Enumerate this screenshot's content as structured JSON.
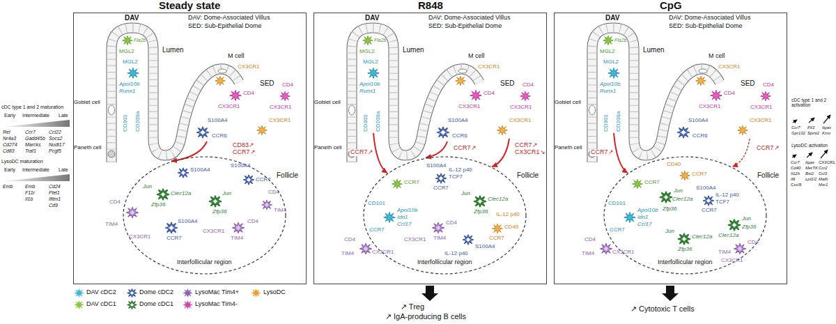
{
  "diagram": {
    "nodes": [
      {
        "text": [
          "Steady state"
        ]
      },
      {
        "text": [
          "MGL2",
          "Apol10b",
          "Runx1",
          "CD301",
          "CD209a"
        ],
        "in": 0
      },
      {
        "text": [
          "S100A4",
          "CCR6"
        ],
        "in": 0
      },
      {
        "text": [
          "CX3CR1"
        ],
        "in": 0
      },
      {
        "text": [
          "Interfollicular region"
        ],
        "in": 0
      },
      {
        "text": [
          "R848"
        ]
      },
      {
        "text": [
          "MGL2",
          "Apol10b",
          "Runx1",
          "CD301",
          "CD209a"
        ],
        "in": 5
      },
      {
        "text": [
          "S100A4",
          "CCR6"
        ],
        "in": 5
      },
      {
        "text": [
          "CX3CR1"
        ],
        "in": 5
      },
      {
        "text": [
          "Interfollicular region"
        ],
        "in": 5
      },
      {
        "text": [
          "CpG"
        ]
      },
      {
        "text": [
          "MGL2",
          "Apol10b",
          "Runx1",
          "CD301",
          "CD209a"
        ],
        "in": 10
      },
      {
        "text": [
          "S100A4",
          "CCR6"
        ],
        "in": 10
      },
      {
        "text": [
          "CX3CR1"
        ],
        "in": 10
      },
      {
        "text": [
          "Interfollicular region"
        ],
        "in": 10
      }
    ],
    "edges": [
      {
        "from": 2,
        "to": 4,
        "arrow": "to",
        "label": "CD83↗ CCR7↗"
      },
      {
        "from": 6,
        "to": 9,
        "arrow": "to",
        "label": "CCR7↗"
      },
      {
        "from": 7,
        "to": 9,
        "arrow": "to",
        "label": "CCR7↗"
      },
      {
        "from": 8,
        "to": 9,
        "arrow": "to",
        "label": "CCR7↗ CX3CR1↘"
      },
      {
        "from": 11,
        "to": 14,
        "arrow": "to",
        "label": "CCR7↗"
      },
      {
        "from": 13,
        "to": 14,
        "arrow": "to",
        "label": "CCR7↗"
      }
    ],
    "labels": [
      "DAV",
      "DAV: Dome-Associated Villus",
      "SED: Sub-Epithelial Dome",
      "Lumen",
      "Goblet cell",
      "Paneth cell",
      "M cell",
      "SED",
      "Follicle",
      "Fla2b",
      "MGL2",
      "CX3CR1",
      "CD4",
      "CX3CR1",
      "CD4",
      "CX3CR1",
      "CD4",
      "TIM4",
      "CX3CR1",
      "S100A4",
      "Jun",
      "Clec12a",
      "Zfp36",
      "S100A4",
      "CCR7",
      "Jun",
      "Zfp36",
      "S100A4",
      "CCR7",
      "CD4",
      "TIM4",
      "CX3CR1",
      "CD4",
      "TIM4",
      "DAV",
      "DAV: Dome-Associated Villus",
      "SED: Sub-Epithelial Dome",
      "Lumen",
      "Goblet cell",
      "Paneth cell",
      "M cell",
      "SED",
      "Follicle",
      "Fla2b",
      "MGL2",
      "CX3CR1",
      "CD4",
      "CX3CR1",
      "CD4",
      "CX3CR1",
      "CCR7",
      "CD101",
      "Apol10b",
      "Ido1",
      "Ccl17",
      "CCR7",
      "S100A4",
      "IL-12 p40",
      "TCF7",
      "CCR7",
      "Jun",
      "Clec12a",
      "Zfp36",
      "IL-12 p40",
      "CD40",
      "CCR7",
      "CD4",
      "TIM4",
      "CX3CR1",
      "S100A4",
      "IL-12 p40",
      "CD4",
      "TIM4",
      "CX3CR1",
      "DAV",
      "DAV: Dome-Associated Villus",
      "SED: Sub-Epithelial Dome",
      "Lumen",
      "Goblet cell",
      "Paneth cell",
      "M cell",
      "SED",
      "Follicle",
      "Fla2b",
      "MGL2",
      "CX3CR1",
      "CD4",
      "CX3CR1",
      "CD4",
      "CX3CR1",
      "CCR7",
      "CD101",
      "Apol10b",
      "Ido1",
      "Ccl17",
      "CCR7",
      "CD40",
      "CCR7",
      "S100A4",
      "IL-12 p40",
      "TCF7",
      "CCR7",
      "Jun",
      "Clec12a",
      "Zfp36",
      "Jun",
      "Clec12a",
      "Zfp36",
      "Jun",
      "Clec12a",
      "Zfp36",
      "CD4",
      "TIM4",
      "CX3CR1",
      "CD4",
      "TIM4",
      "CX3CR1",
      "cDC type 1 and 2 maturation",
      "Early",
      "Intermediate",
      "Late",
      "Rel",
      "Nr4a3",
      "Cd274",
      "Cd83",
      "Ccr7",
      "Gadd45b",
      "Marcks",
      "Traf1",
      "Ccl22",
      "Socs2",
      "Nudt17",
      "Pcgf5",
      "LysoDC maturation",
      "Early",
      "Intermediate",
      "Late",
      "Emb",
      "Emb",
      "F11r",
      "Il1b",
      "Cd24",
      "Plet1",
      "Ifitm1",
      "Cd9",
      "cDC type 1 and 2 activation",
      "Ccr7",
      "Gpr132",
      "Flt3",
      "Spint2",
      "Itgax",
      "Kmo",
      "LysoDC activation",
      "Ccr7",
      "Cd40",
      "Il12b",
      "Il6",
      "Cxcl9",
      "Itgax",
      "MerTK",
      "Bst2",
      "Lpl1/2",
      "CX3CR1",
      "Ccr2",
      "Ccl3",
      "Mafb",
      "Msr1",
      "↗ Treg",
      "↗ IgA-producing B cells",
      "↗ Cytotoxic T cells"
    ],
    "legend": [
      {
        "text": "DAV cDC2",
        "color": "#3fb6d3"
      },
      {
        "text": "Dome cDC2",
        "color": "#3b5ba5"
      },
      {
        "text": "LysoMac Tim4+",
        "color": "#8e5fb0"
      },
      {
        "text": "LysoDC",
        "color": "#e8a030"
      },
      {
        "text": "DAV cDC1",
        "color": "#8cc63f"
      },
      {
        "text": "Dome cDC1",
        "color": "#2e7d32"
      },
      {
        "text": "LysoMac Tim4-",
        "color": "#d63fa8"
      }
    ]
  }
}
